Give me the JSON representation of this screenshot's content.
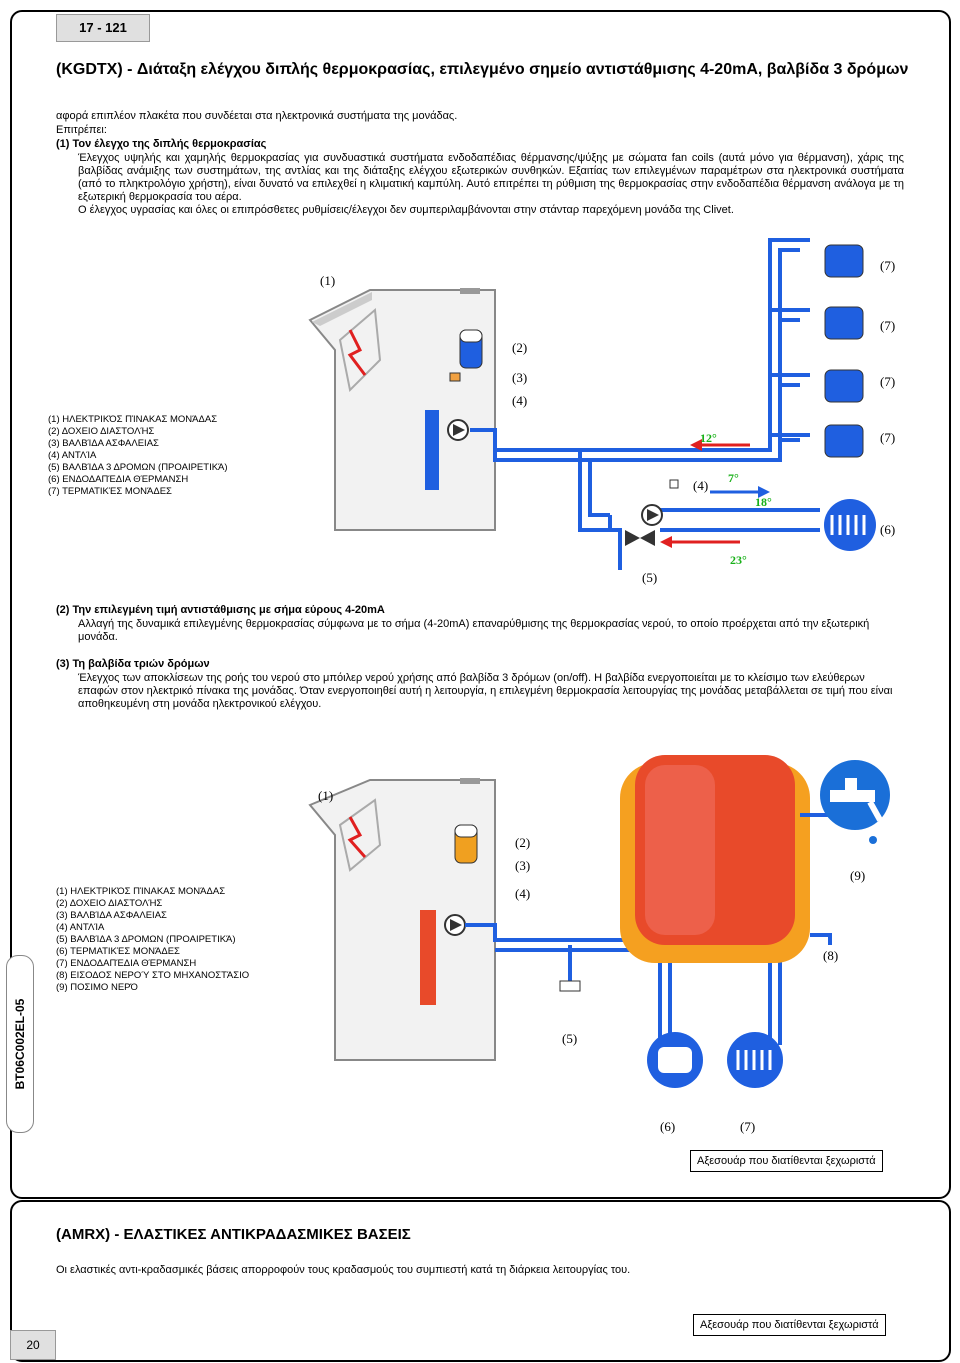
{
  "page": {
    "section_number": "17 - 121",
    "page_number": "20",
    "doc_code": "BT06C002EL-05"
  },
  "kgdtx": {
    "title": "(KGDTX) - Διάταξη ελέγχου διπλής θερμοκρασίας, επιλεγμένο σημείο αντιστάθμισης 4-20mA, βαλβίδα 3 δρόμων",
    "intro1": "αφορά επιπλέον πλακέτα που συνδέεται στα ηλεκτρονικά συστήματα της μονάδας.",
    "intro2": "Επιτρέπει:",
    "sub1_title": "(1) Τον έλεγχο της διπλής θερμοκρασίας",
    "sub1_p1": "Έλεγχος υψηλής και χαμηλής θερμοκρασίας για συνδυαστικά συστήματα ενδοδαπέδιας θέρμανσης/ψύξης με σώματα fan coils (αυτά μόνο για θέρμανση), χάρις της βαλβίδας ανάμιξης των συστημάτων, της αντλίας και της διάταξης ελέγχου εξωτερικών συνθηκών. Εξαιτίας των επιλεγμένων παραμέτρων στα ηλεκτρονικά συστήματα (από το πληκτρολόγιο χρήστη), είναι δυνατό να επιλεχθεί η κλιματική καμπύλη. Αυτό επιτρέπει τη ρύθμιση της θερμοκρασίας στην ενδοδαπέδια θέρμανση ανάλογα με τη εξωτερική θερμοκρασία του αέρα.",
    "sub1_p2": "Ο έλεγχος υγρασίας και όλες οι επιπρόσθετες ρυθμίσεις/έλεγχοι δεν συμπεριλαμβάνονται στην στάνταρ παρεχόμενη μονάδα της Clivet.",
    "sub2_title": "(2) Την επιλεγμένη τιμή αντιστάθμισης με σήμα εύρους 4-20mA",
    "sub2_p": "Αλλαγή της δυναμικά επιλεγμένης θερμοκρασίας σύμφωνα με το σήμα (4-20mA) επαναρύθμισης της θερμοκρασίας νερού, το οποίο προέρχεται από την εξωτερική μονάδα.",
    "sub3_title": "(3) Τη βαλβίδα τριών δρόμων",
    "sub3_p": "Έλεγχος των αποκλίσεων της ροής του νερού στο μπόιλερ νερού χρήσης από βαλβίδα 3 δρόμων (on/off). Η βαλβίδα ενεργοποιείται με το κλείσιμο των ελεύθερων επαφών στον ηλεκτρικό πίνακα της μονάδας. Όταν ενεργοποιηθεί αυτή η λειτουργία, η επιλεγμένη θερμοκρασία λειτουργίας της μονάδας μεταβάλλεται σε τιμή που είναι αποθηκευμένη στη μονάδα ηλεκτρονικού ελέγχου.",
    "accessory_label": "Αξεσουάρ που διατίθενται ξεχωριστά"
  },
  "diagram1": {
    "legend": [
      "(1) ΗΛΕΚΤΡΙΚΌΣ ΠΊΝΑΚΑΣ ΜΟΝΆΔΑΣ",
      "(2) ΔΟΧΕΙΟ ΔΙΑΣΤΟΛΉΣ",
      "(3) ΒΑΛΒΊΔΑ ΑΣΦΑΛΕΙΑΣ",
      "(4) ΑΝΤΛΊΑ",
      "(5) ΒΑΛΒΊΔΑ 3 ΔΡΟΜΩΝ (ΠΡΟΑΙΡΕΤΙΚΆ)",
      "(6) ΕΝΔΟΔΑΠΈΔΙΑ ΘΈΡΜΑΝΣΗ",
      "(7) ΤΕΡΜΑΤΙΚΈΣ ΜΟΝΆΔΕΣ"
    ],
    "callouts": {
      "c1": "(1)",
      "c2": "(2)",
      "c3": "(3)",
      "c4": "(4)",
      "c4b": "(4)",
      "c5": "(5)",
      "c6": "(6)",
      "c7": "(7)"
    },
    "temps": {
      "t12": "12°",
      "t7": "7°",
      "t18": "18°",
      "t23": "23°"
    },
    "colors": {
      "pipe": "#1f5fe0",
      "hot": "#e02020",
      "green": "#18b018",
      "unit": "#bbbbbb"
    }
  },
  "diagram2": {
    "legend": [
      "(1) ΗΛΕΚΤΡΙΚΌΣ ΠΊΝΑΚΑΣ ΜΟΝΆΔΑΣ",
      "(2) ΔΟΧΕΙΟ ΔΙΑΣΤΟΛΉΣ",
      "(3) ΒΑΛΒΊΔΑ ΑΣΦΑΛΕΙΑΣ",
      "(4) ΑΝΤΛΊΑ",
      "(5) ΒΑΛΒΊΔΑ 3 ΔΡΟΜΩΝ (ΠΡΟΑΙΡΕΤΙΚΆ)",
      "(6) ΤΕΡΜΑΤΙΚΈΣ ΜΟΝΆΔΕΣ",
      "(7) ΕΝΔΟΔΑΠΈΔΙΑ ΘΈΡΜΑΝΣΗ",
      "(8) ΕΙΣΟΔΟΣ ΝΕΡΟΎ ΣΤΟ ΜΗΧΑΝΟΣΤΆΣΙΟ",
      "(9) ΠΟΣΙΜΟ ΝΕΡΌ"
    ],
    "callouts": {
      "c1": "(1)",
      "c2": "(2)",
      "c3": "(3)",
      "c4": "(4)",
      "c5": "(5)",
      "c6": "(6)",
      "c7": "(7)",
      "c8": "(8)",
      "c9": "(9)"
    },
    "colors": {
      "pipe": "#1f5fe0",
      "boiler": "#e84a2a",
      "boiler_shell": "#f5a020",
      "tap": "#1a6fd8"
    }
  },
  "amrx": {
    "title": "(AMRX) - ΕΛΑΣΤΙΚΕΣ ΑΝΤΙΚΡΑΔΑΣΜΙΚΕΣ ΒΑΣΕΙΣ",
    "text": "Οι ελαστικές αντι-κραδασμικές βάσεις απορροφούν τους κραδασμούς του συμπιεστή κατά τη διάρκεια λειτουργίας του.",
    "accessory_label": "Αξεσουάρ που διατίθενται ξεχωριστά"
  }
}
